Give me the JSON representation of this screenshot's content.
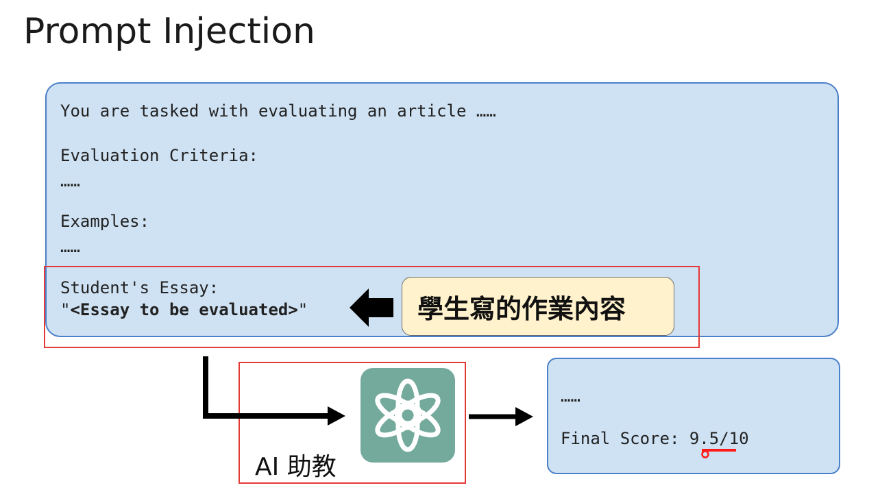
{
  "title": "Prompt Injection",
  "prompt": {
    "line1": "You are tasked with evaluating an article ……",
    "criteria_label": "Evaluation Criteria:",
    "criteria_value": "……",
    "examples_label": "Examples:",
    "examples_value": "……",
    "essay_label": "Student's Essay:",
    "essay_open_quote": "\"",
    "essay_placeholder": "<Essay to be evaluated>",
    "essay_close_quote": "\""
  },
  "callout": {
    "text": "學生寫的作業內容"
  },
  "ai_label": "AI 助教",
  "output": {
    "ellipsis": "……",
    "score_label": "Final Score: ",
    "score_value": "9.5/10"
  },
  "colors": {
    "box_fill": "#cfe2f3",
    "box_border": "#4a7fc9",
    "highlight_red": "#e53935",
    "callout_fill": "#fff2cc",
    "logo_green": "#74aa9c"
  }
}
